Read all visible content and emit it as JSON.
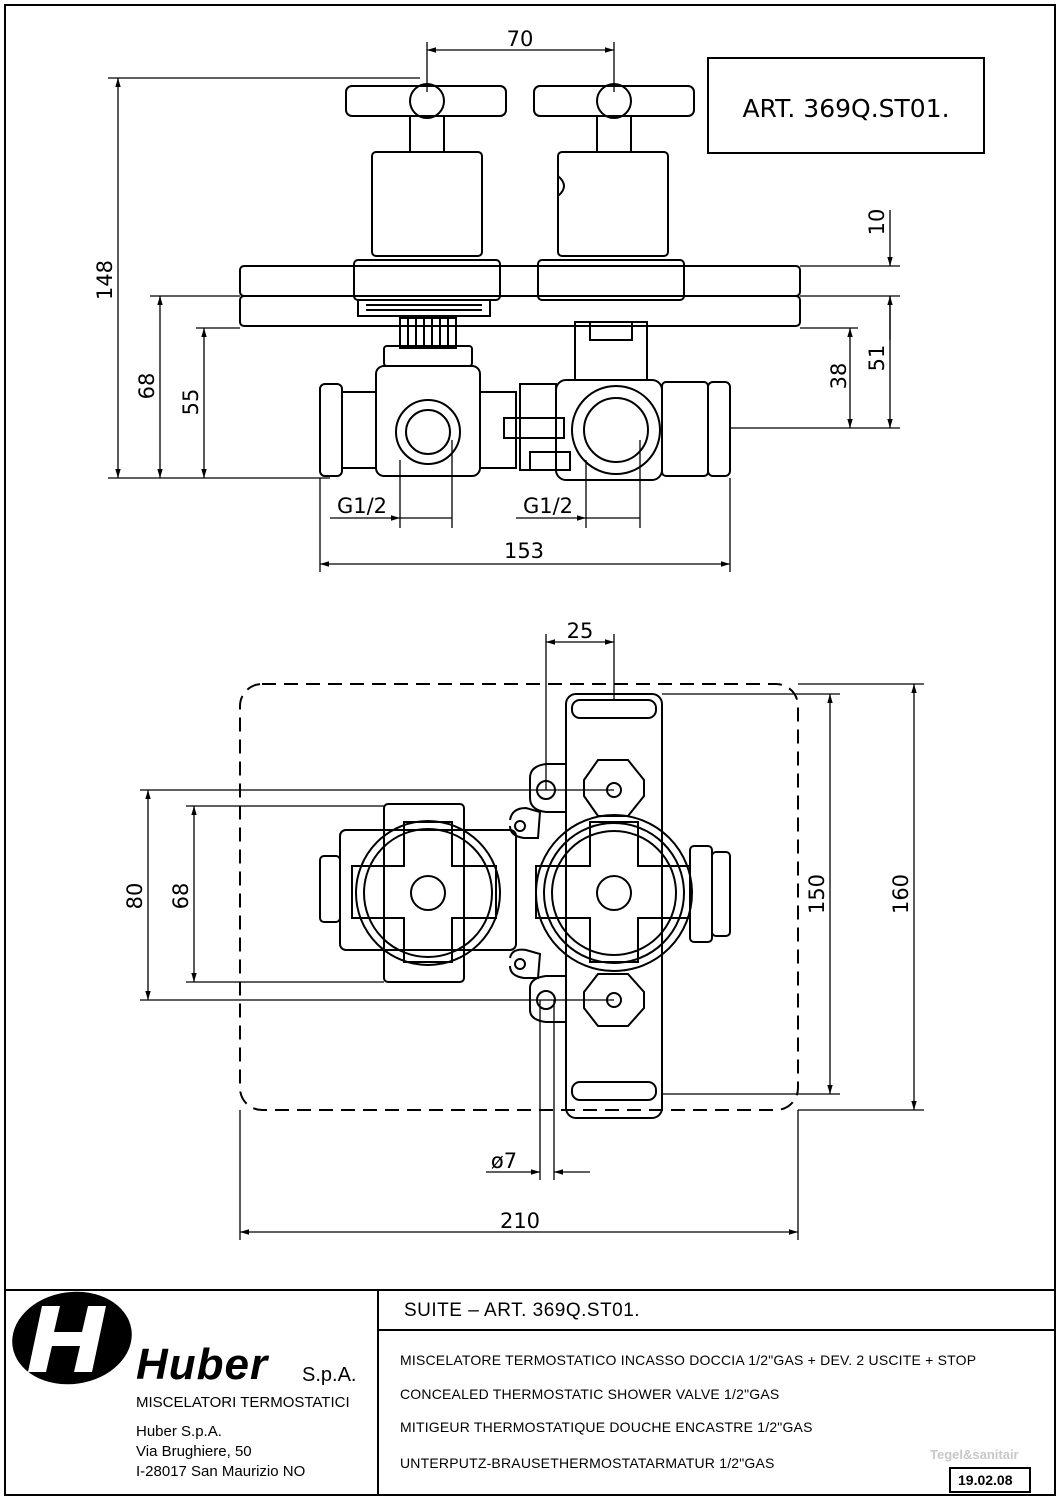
{
  "drawing": {
    "article_box": "ART. 369Q.ST01.",
    "top_view": {
      "dim_center_distance": "70",
      "dim_total_height": "148",
      "dim_plate": "10",
      "dim_68": "68",
      "dim_55": "55",
      "dim_51": "51",
      "dim_38": "38",
      "dim_thread_left": "G1/2",
      "dim_thread_right": "G1/2",
      "dim_width": "153"
    },
    "front_view": {
      "dim_25": "25",
      "dim_80": "80",
      "dim_68": "68",
      "dim_150": "150",
      "dim_160": "160",
      "dim_hole": "ø7",
      "dim_210": "210"
    }
  },
  "title_block": {
    "company": {
      "logo_letter": "H",
      "name": "Huber",
      "suffix": "S.p.A.",
      "tagline": "MISCELATORI TERMOSTATICI",
      "address_lines": [
        "Huber S.p.A.",
        "Via Brughiere, 50",
        "I-28017 San Maurizio NO"
      ]
    },
    "title": "SUITE – ART. 369Q.ST01.",
    "descriptions": [
      "MISCELATORE TERMOSTATICO INCASSO DOCCIA 1/2\"GAS + DEV. 2 USCITE + STOP",
      "CONCEALED THERMOSTATIC SHOWER VALVE 1/2\"GAS",
      "MITIGEUR THERMOSTATIQUE DOUCHE ENCASTRE 1/2\"GAS",
      "UNTERPUTZ-BRAUSETHERMOSTATARMATUR 1/2\"GAS"
    ],
    "date": "19.02.08",
    "watermark": "Tegel&sanitair"
  }
}
